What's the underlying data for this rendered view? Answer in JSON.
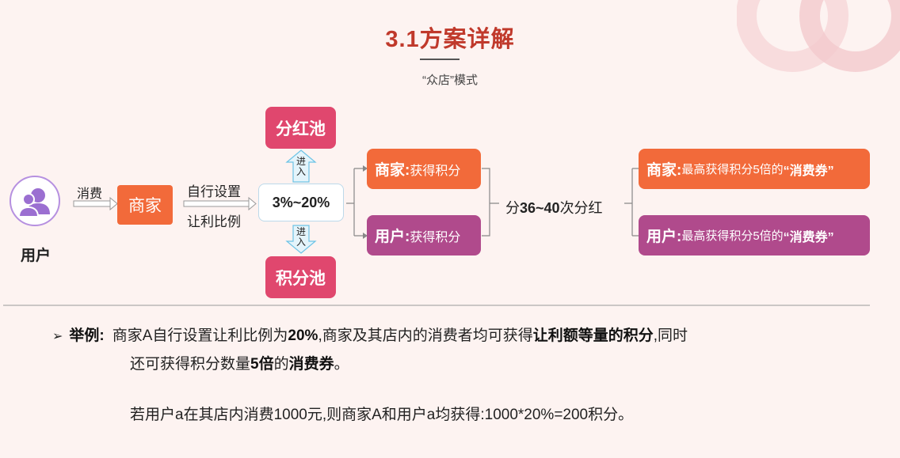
{
  "header": {
    "title": "3.1方案详解",
    "subtitle": "“众店”模式"
  },
  "diagram": {
    "user_label": "用户",
    "consume_label": "消费",
    "merchant_label": "商家",
    "self_set_line1": "自行设置",
    "self_set_line2": "让利比例",
    "ratio_label": "3%~20%",
    "dividend_pool": "分红池",
    "points_pool": "积分池",
    "enter_up": "进入",
    "enter_down": "进入",
    "merchant_gain_bold": "商家:",
    "merchant_gain_text": "获得积分",
    "user_gain_bold": "用户:",
    "user_gain_text": "获得积分",
    "dividend_text_1": "分",
    "dividend_text_bold": "36~40",
    "dividend_text_2": "次分红",
    "merchant_result_bold": "商家:",
    "merchant_result_text": "最高获得积分5倍的",
    "merchant_result_quote": "“消费券”",
    "user_result_bold": "用户:",
    "user_result_text": "最高获得积分5倍的",
    "user_result_quote": "“消费券”"
  },
  "example": {
    "marker": "➢",
    "label": "举例:",
    "l1_a": "商家A自行设置让利比例为",
    "l1_b": "20%",
    "l1_c": ",商家及其店内的消费者均可获得",
    "l1_d": "让利额等量的积分",
    "l1_e": ",同时",
    "l2_a": "还可获得积分数量",
    "l2_b": "5倍",
    "l2_c": "的",
    "l2_d": "消费券",
    "l2_e": "。",
    "l3": "若用户a在其店内消费1000元,则商家A和用户a均获得:1000*20%=200积分。"
  },
  "colors": {
    "title": "#c0392b",
    "pool": "#e0476e",
    "merchant": "#f26a3a",
    "user": "#b04a8c",
    "user_icon": "#9b6fd1"
  },
  "icons": [
    "user-group-icon",
    "right-arrow-icon",
    "up-arrow-icon",
    "down-arrow-icon",
    "bullet-arrow-icon"
  ]
}
